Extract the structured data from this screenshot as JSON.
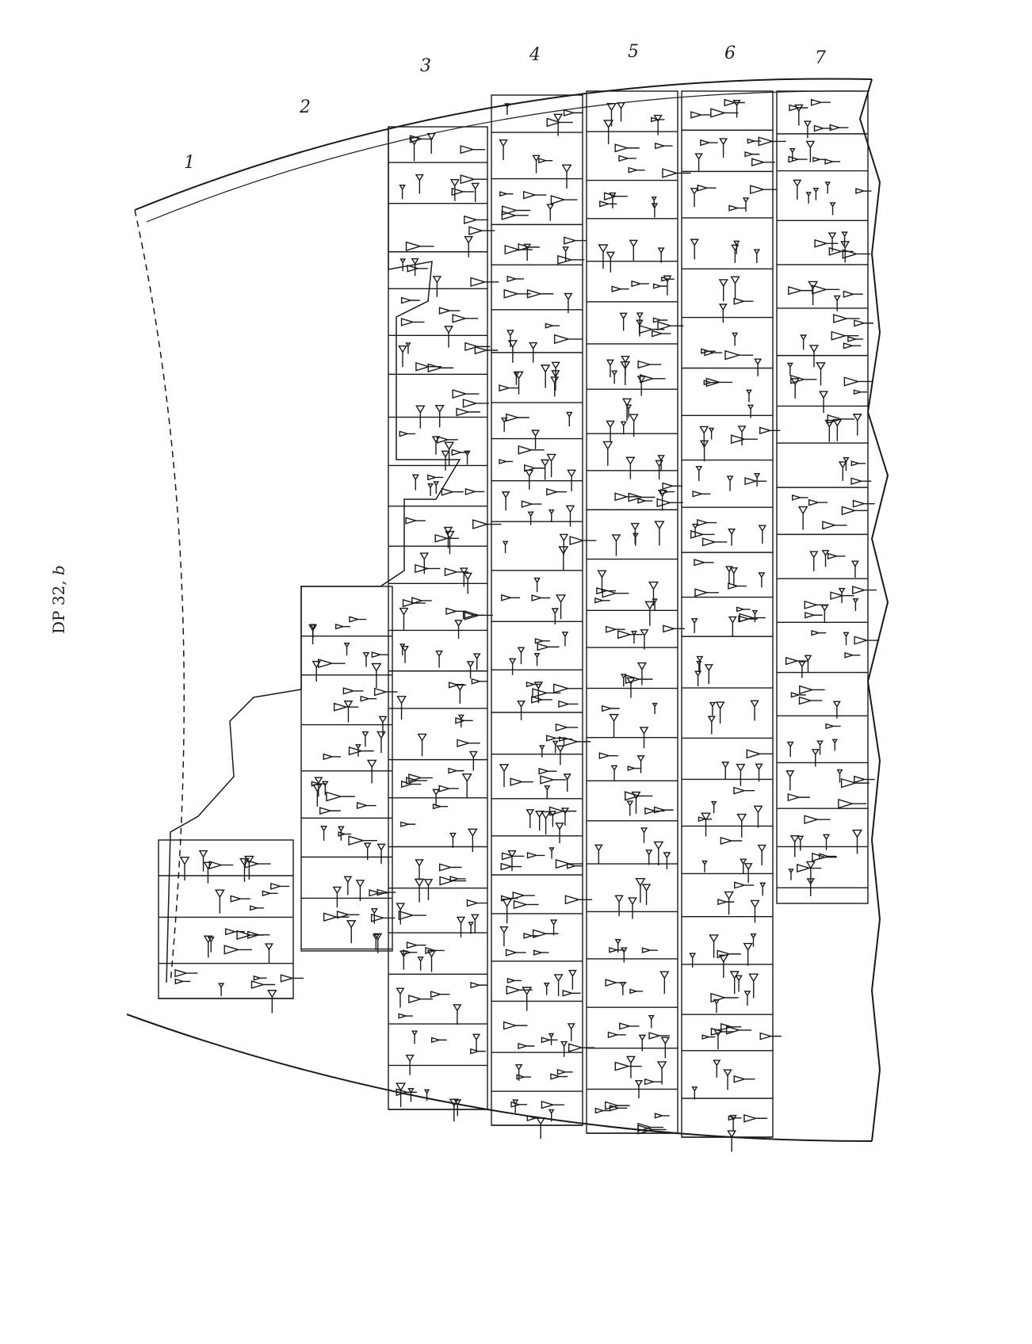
{
  "plate": {
    "label": "DP 32,",
    "label_suffix": "b"
  },
  "columns": [
    "1",
    "2",
    "3",
    "4",
    "5",
    "6",
    "7"
  ],
  "colors": {
    "ink": "#1a1a1a",
    "paper": "#ffffff"
  }
}
